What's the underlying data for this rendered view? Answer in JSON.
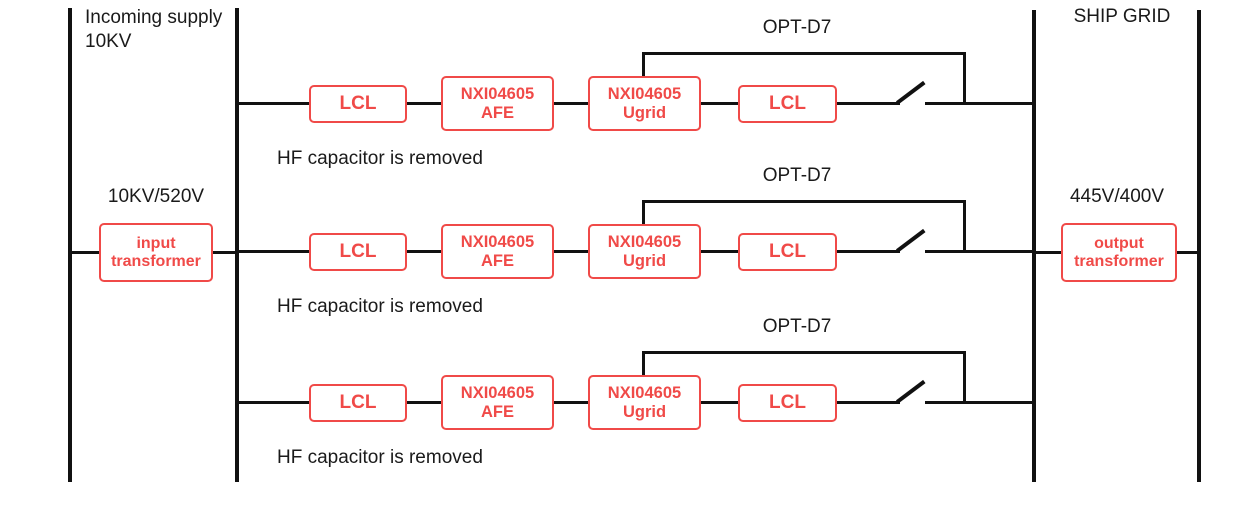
{
  "colors": {
    "line": "#111111",
    "accent": "#f04a48"
  },
  "header": {
    "incoming_supply_line1": "Incoming supply",
    "incoming_supply_line2": "10KV",
    "ship_grid": "SHIP GRID"
  },
  "input_transformer": {
    "ratio": "10KV/520V",
    "line1": "input",
    "line2": "transformer"
  },
  "output_transformer": {
    "ratio": "445V/400V",
    "line1": "output",
    "line2": "transformer"
  },
  "branches": [
    {
      "lcl_in": "LCL",
      "afe_line1": "NXI04605",
      "afe_line2": "AFE",
      "ugrid_line1": "NXI04605",
      "ugrid_line2": "Ugrid",
      "lcl_out": "LCL",
      "opt": "OPT-D7",
      "note": "HF capacitor is removed"
    },
    {
      "lcl_in": "LCL",
      "afe_line1": "NXI04605",
      "afe_line2": "AFE",
      "ugrid_line1": "NXI04605",
      "ugrid_line2": "Ugrid",
      "lcl_out": "LCL",
      "opt": "OPT-D7",
      "note": "HF capacitor is removed"
    },
    {
      "lcl_in": "LCL",
      "afe_line1": "NXI04605",
      "afe_line2": "AFE",
      "ugrid_line1": "NXI04605",
      "ugrid_line2": "Ugrid",
      "lcl_out": "LCL",
      "opt": "OPT-D7",
      "note": "HF capacitor is removed"
    }
  ]
}
